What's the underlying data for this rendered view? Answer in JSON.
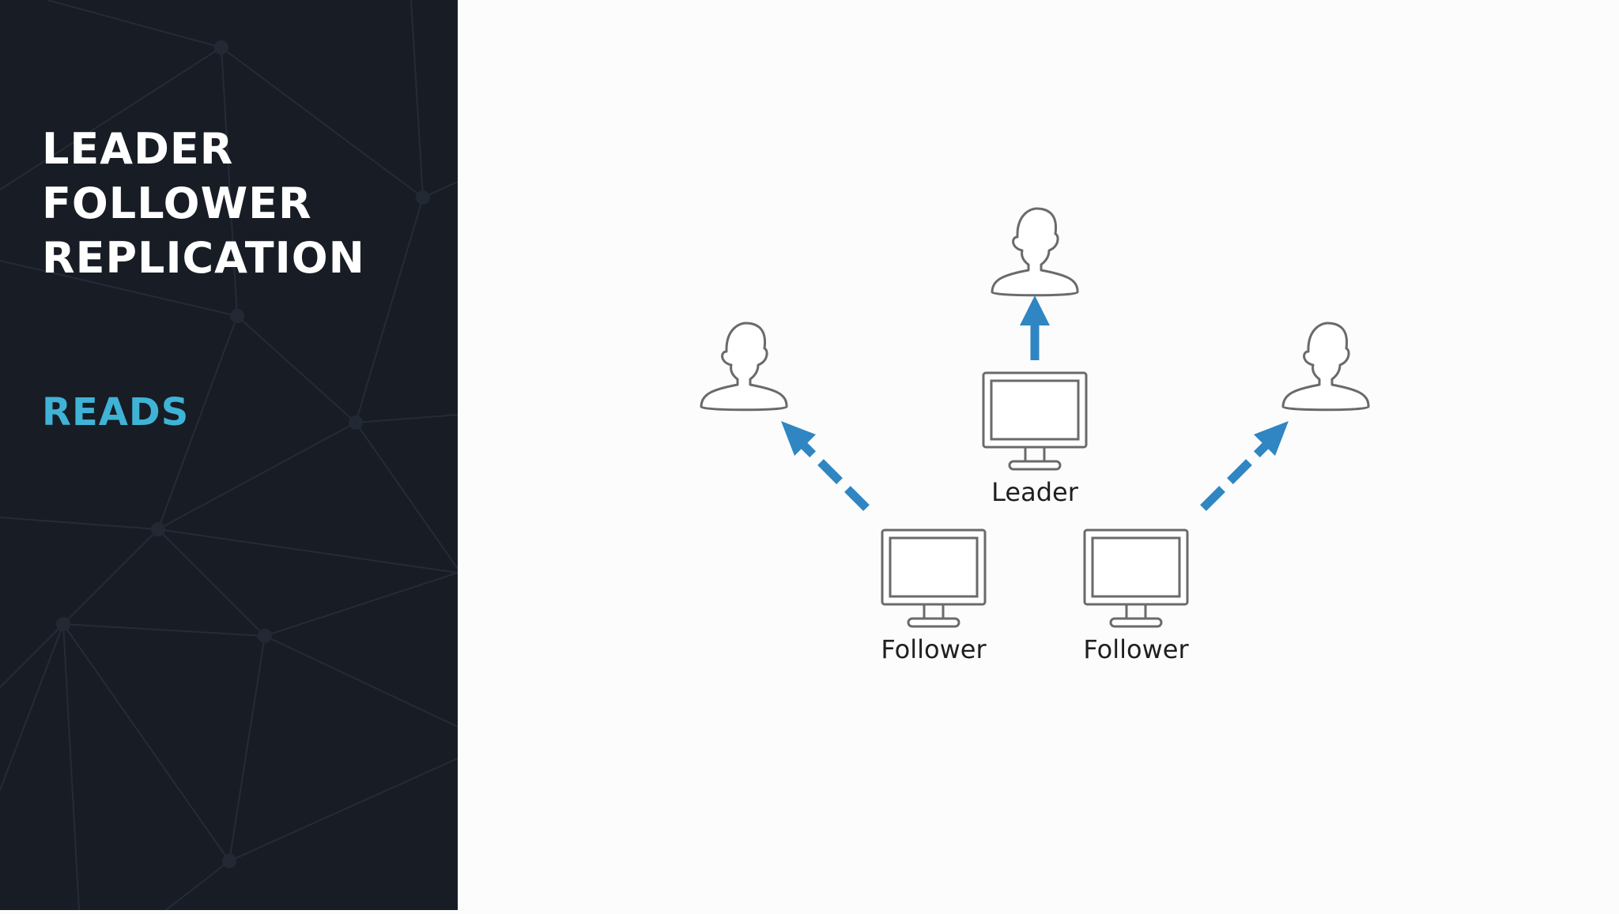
{
  "sidebar": {
    "title_lines": [
      "LEADER",
      "FOLLOWER",
      "REPLICATION"
    ],
    "section": "READS",
    "accent_color": "#3fb3d6",
    "background_color": "#181c25"
  },
  "diagram": {
    "arrow_color": "#2f86c2",
    "nodes": {
      "leader": {
        "label": "Leader",
        "icon": "monitor-icon"
      },
      "follower_left": {
        "label": "Follower",
        "icon": "monitor-icon"
      },
      "follower_right": {
        "label": "Follower",
        "icon": "monitor-icon"
      }
    },
    "users": [
      "user-icon",
      "user-icon",
      "user-icon"
    ]
  }
}
